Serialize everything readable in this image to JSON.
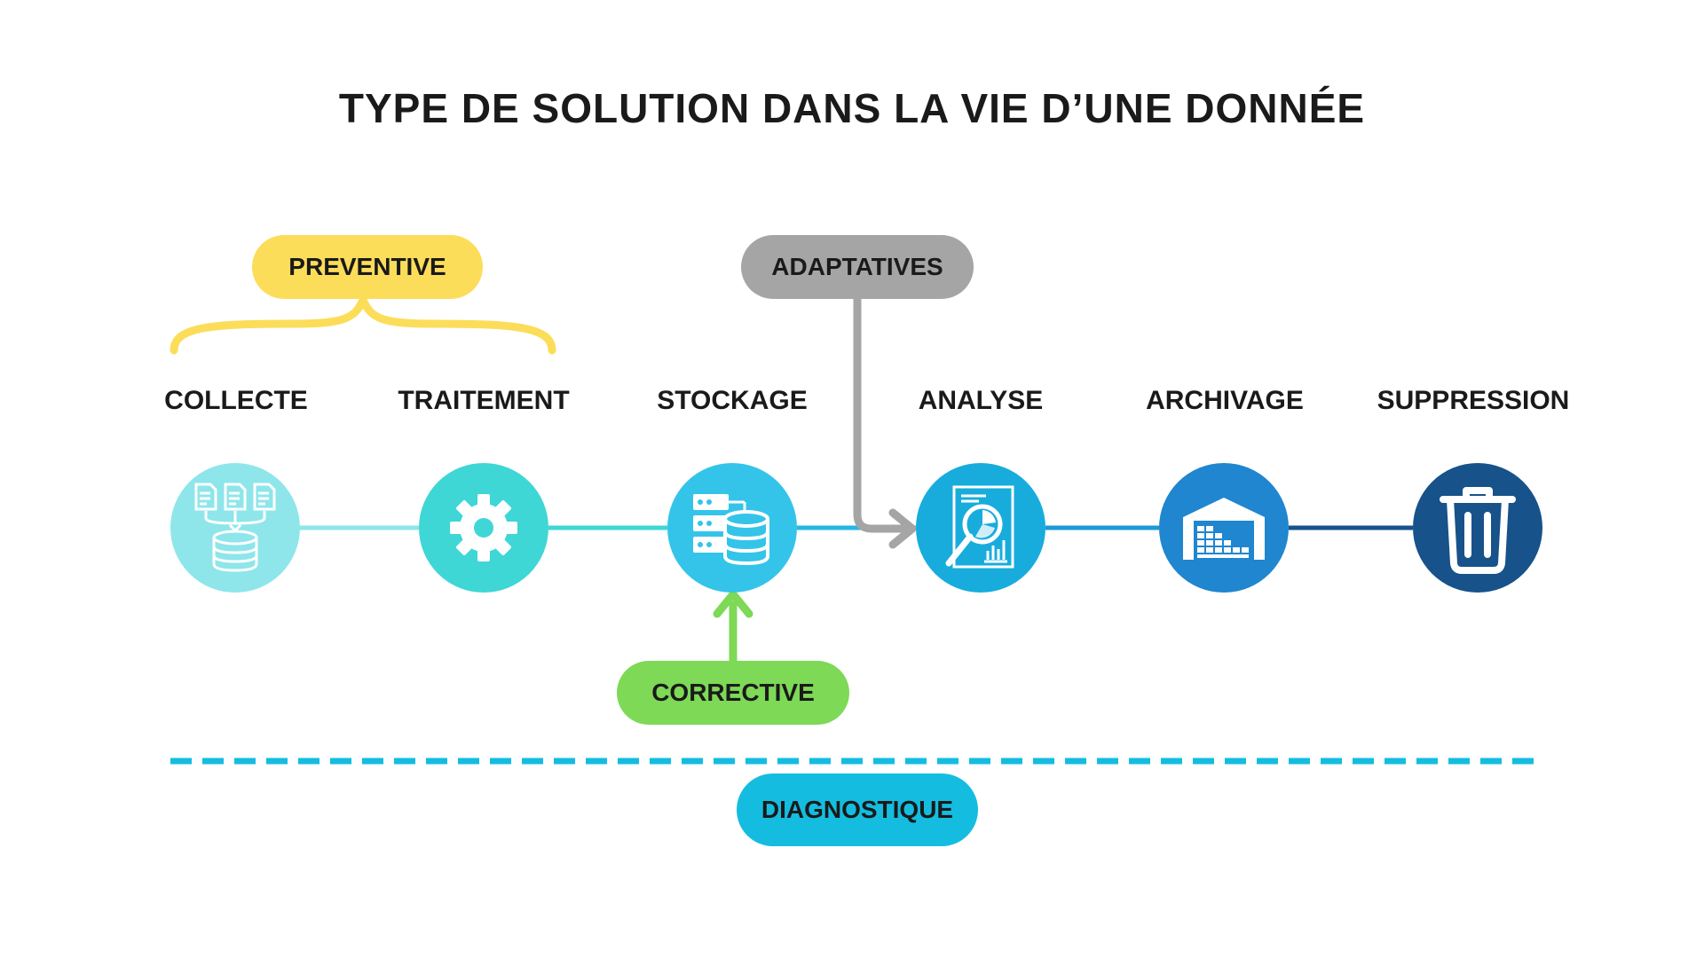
{
  "title": "TYPE DE SOLUTION DANS LA VIE D’UNE DONNÉE",
  "badges": {
    "preventive": "PREVENTIVE",
    "adaptatives": "ADAPTATIVES",
    "corrective": "CORRECTIVE",
    "diagnostique": "DIAGNOSTIQUE"
  },
  "stages": [
    {
      "label": "COLLECTE",
      "icon": "documents-to-database-icon",
      "color": "#8ee6ea"
    },
    {
      "label": "TRAITEMENT",
      "icon": "gear-icon",
      "color": "#3fd6d6"
    },
    {
      "label": "STOCKAGE",
      "icon": "server-database-icon",
      "color": "#34c4ea"
    },
    {
      "label": "ANALYSE",
      "icon": "report-magnifier-icon",
      "color": "#18acdd"
    },
    {
      "label": "ARCHIVAGE",
      "icon": "warehouse-icon",
      "color": "#1f86cf"
    },
    {
      "label": "SUPPRESSION",
      "icon": "trash-icon",
      "color": "#17528a"
    }
  ],
  "colors": {
    "preventive": "#fcdd5a",
    "adaptatives": "#a5a5a5",
    "corrective": "#7dd956",
    "diagnostique": "#14bde0"
  }
}
